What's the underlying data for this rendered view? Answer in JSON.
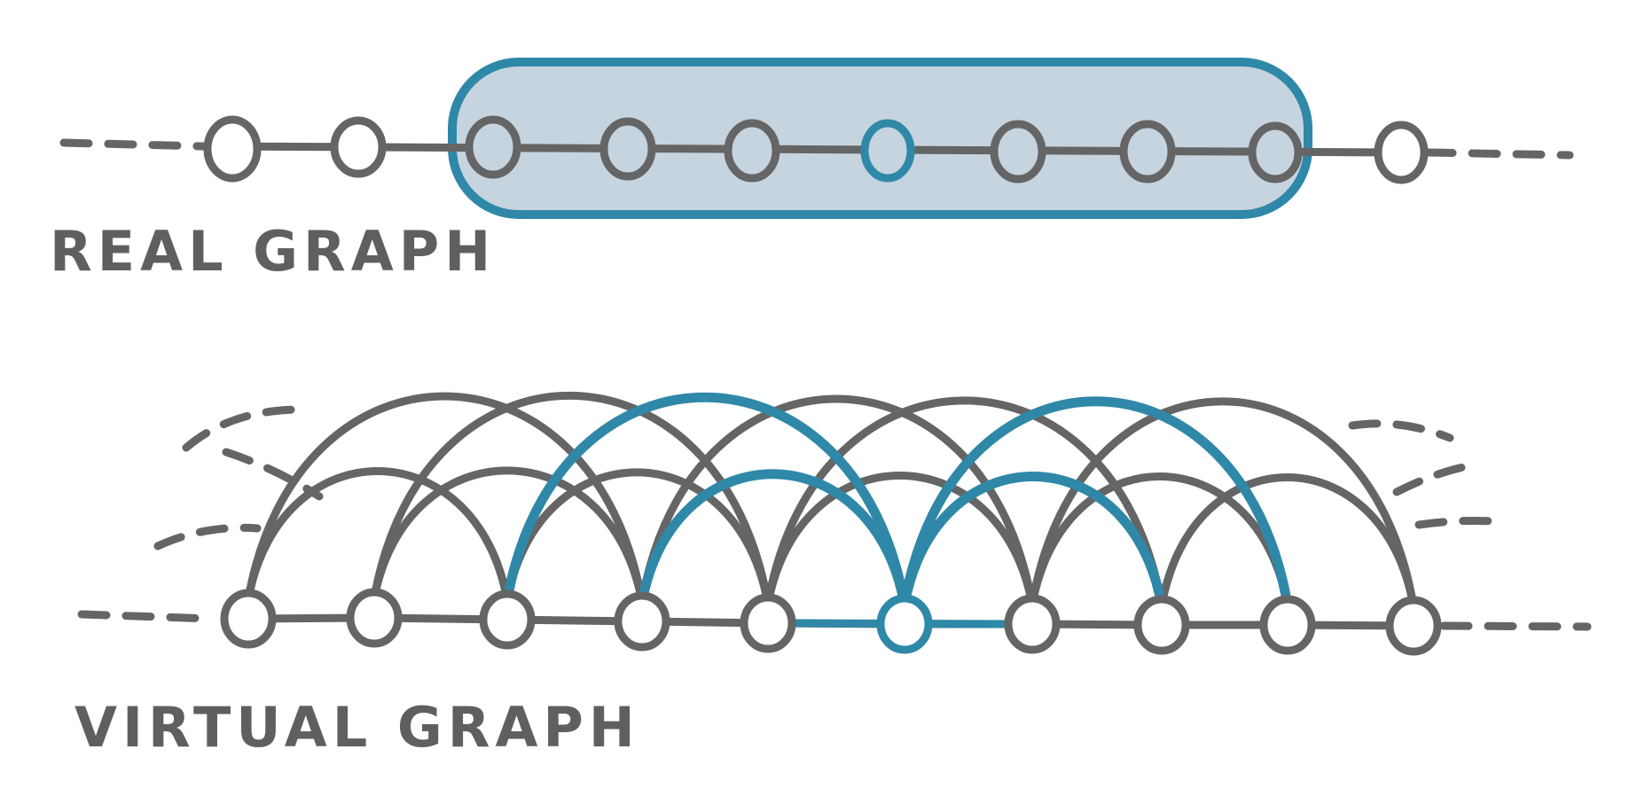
{
  "diagram": {
    "real_graph": {
      "label": "REAL GRAPH",
      "node_count": 10,
      "highlighted_node_index": 5,
      "grouped_node_range": [
        2,
        8
      ]
    },
    "virtual_graph": {
      "label": "VIRTUAL GRAPH",
      "node_count": 10,
      "highlighted_node_index": 5,
      "connection_hops": [
        1,
        2,
        3
      ]
    },
    "colors": {
      "line": "#656565",
      "highlight": "#2f88a8",
      "group_fill": "#c6d4df",
      "node_fill": "#ffffff"
    }
  }
}
